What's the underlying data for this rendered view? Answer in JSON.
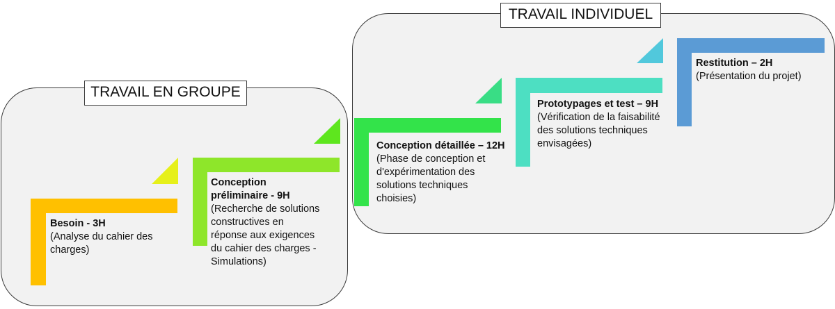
{
  "groups": {
    "group": {
      "label": "TRAVAIL EN GROUPE"
    },
    "individual": {
      "label": "TRAVAIL INDIVIDUEL"
    }
  },
  "steps": [
    {
      "title_lines": [
        "Besoin - 3H"
      ],
      "desc_lines": [
        "(Analyse du cahier des",
        "charges)"
      ],
      "color": "#ffc000",
      "triangle_color": "#e6f01a"
    },
    {
      "title_lines": [
        "Conception",
        "préliminaire - 9H"
      ],
      "desc_lines": [
        "(Recherche de solutions",
        "constructives en",
        "réponse aux exigences",
        "du cahier des charges -",
        "Simulations)"
      ],
      "color": "#8ee62a",
      "triangle_color": "#5ee61e"
    },
    {
      "title_lines": [
        "Conception détaillée – 12H"
      ],
      "desc_lines": [
        "(Phase de conception et",
        "d'expérimentation des",
        "solutions techniques",
        "choisies)"
      ],
      "color": "#33e34a",
      "triangle_color": "#39dd85"
    },
    {
      "title_lines": [
        "Prototypages et test – 9H"
      ],
      "desc_lines": [
        "(Vérification de la faisabilité",
        "des solutions techniques",
        "envisagées)"
      ],
      "color": "#4ddfc2",
      "triangle_color": "#51c8dc"
    },
    {
      "title_lines": [
        "Restitution – 2H"
      ],
      "desc_lines": [
        "(Présentation du  projet)"
      ],
      "color": "#5b9bd5",
      "triangle_color": ""
    }
  ]
}
